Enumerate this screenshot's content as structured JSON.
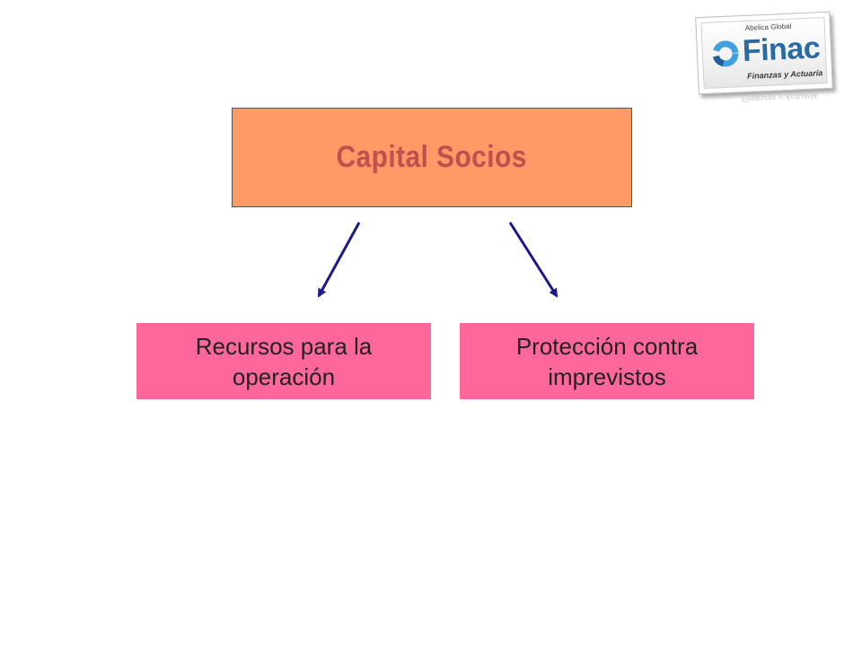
{
  "diagram": {
    "root": {
      "label": "Capital Socios"
    },
    "children": [
      {
        "label": "Recursos para la\noperación"
      },
      {
        "label": "Protección contra\nimprevistos"
      }
    ]
  },
  "logo": {
    "tagline": "Abelica Global",
    "name": "Finac",
    "subtitle": "Finanzas y Actuaría"
  },
  "colors": {
    "root_fill": "#ff9966",
    "root_text": "#c0504d",
    "child_fill": "#ff6699",
    "arrow": "#1a1a8c",
    "logo_blue": "#2a6aa3"
  }
}
